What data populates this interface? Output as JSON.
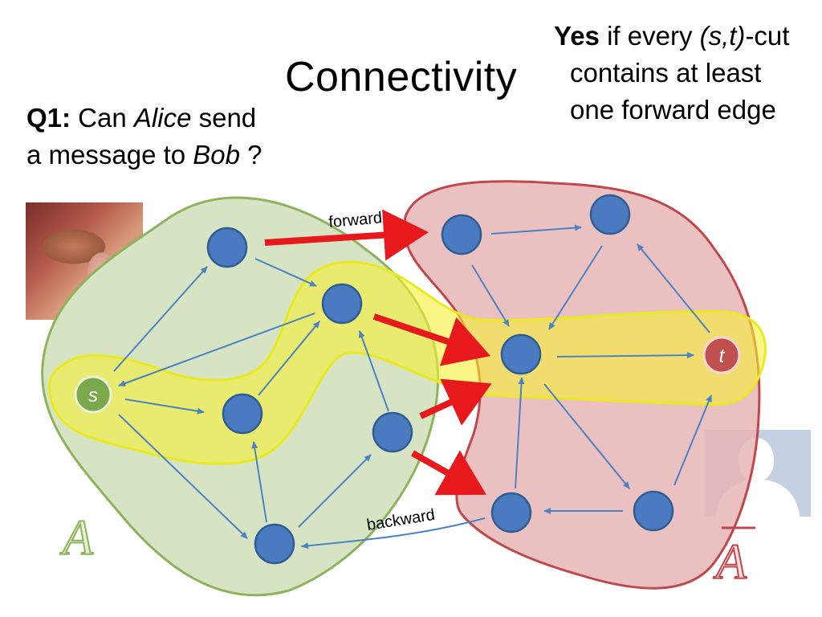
{
  "title": "Connectivity",
  "question": {
    "label": "Q1:",
    "text_1": " Can ",
    "alice": "Alice",
    "text_2": " send",
    "text_3": "a message to ",
    "bob": "Bob",
    "text_4": " ?"
  },
  "answer": {
    "yes": "Yes",
    "text_1": " if every ",
    "cut": "(s,t)",
    "text_2": "-cut",
    "line2": "contains at least",
    "line3": "one forward edge"
  },
  "labels": {
    "forward": "forward",
    "backward": "backward",
    "set_a": "A",
    "set_a_bar": "A",
    "source": "s",
    "sink": "t"
  },
  "colors": {
    "node_fill": "#4a7bc0",
    "node_stroke": "#2f5d93",
    "edge": "#4a82c4",
    "cut_edge": "#e8191c",
    "region_a": "#d6e4c4",
    "region_a_stroke": "#8fb35c",
    "region_abar": "#e8b5b6",
    "region_abar_stroke": "#c0484d",
    "path_highlight": "#f5f035",
    "source_fill": "#7ba84a",
    "sink_fill": "#c0504d"
  }
}
